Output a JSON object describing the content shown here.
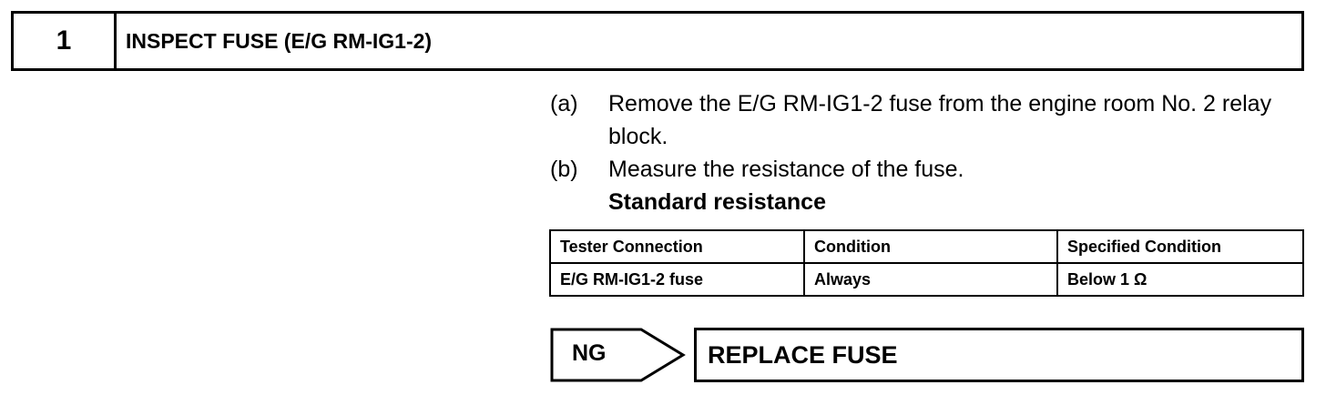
{
  "step": {
    "number": "1",
    "title": "INSPECT FUSE (E/G RM-IG1-2)"
  },
  "instructions": [
    {
      "label": "(a)",
      "text": "Remove the E/G RM-IG1-2 fuse from the engine room No. 2 relay block."
    },
    {
      "label": "(b)",
      "text": "Measure the resistance of the fuse."
    }
  ],
  "spec": {
    "title": "Standard resistance",
    "headers": [
      "Tester Connection",
      "Condition",
      "Specified Condition"
    ],
    "rows": [
      [
        "E/G RM-IG1-2 fuse",
        "Always",
        "Below 1 Ω"
      ]
    ]
  },
  "result": {
    "ng_label": "NG",
    "action": "REPLACE FUSE"
  }
}
